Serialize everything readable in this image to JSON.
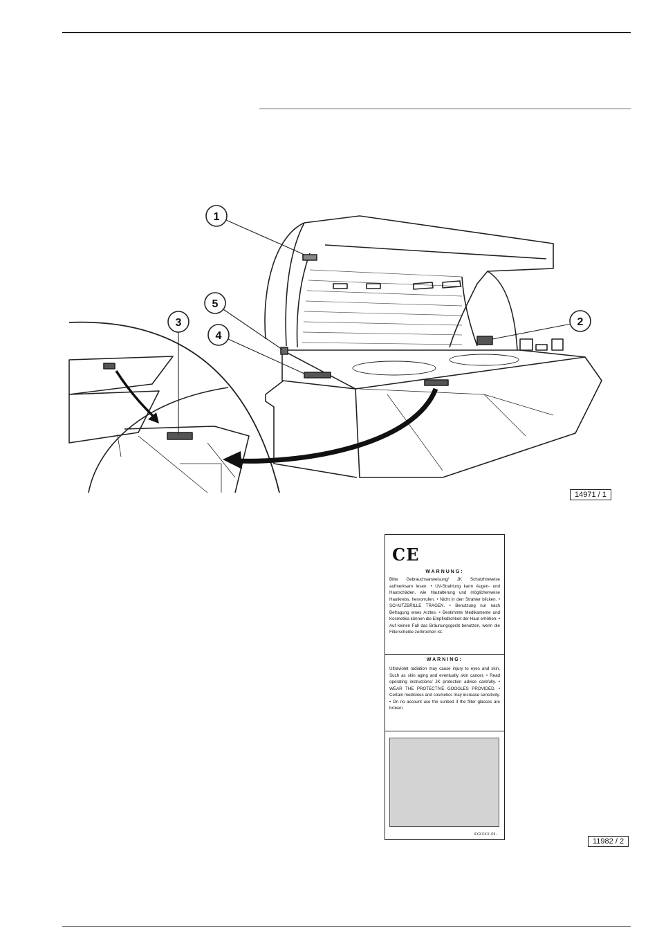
{
  "figure1": {
    "callouts": [
      "1",
      "2",
      "3",
      "4",
      "5"
    ],
    "figure_ref": "14971 / 1"
  },
  "figure2": {
    "figure_ref": "11982 / 2",
    "ce_mark": "CE",
    "warn_de_title": "WARNUNG:",
    "warn_de_text": "Bitte Gebrauchsanweisung/ JK Schutzhinweise aufmerksam lesen. • UV-Strahlung kann Augen- und Hautschäden, wie Hautalterung und möglicherweise Hautkrebs, hervorrufen. • Nicht in den Strahler blicken. • SCHUTZBRILLE TRAGEN. • Benutzung nur nach Befragung eines Arztes. • Bestimmte Medikamente und Kosmetika können die Empfindlichkeit der Haut erhöhen. • Auf keinen Fall das Bräunungsgerät benutzen, wenn die Filterscheibe zerbrochen ist.",
    "warn_en_title": "WARNING:",
    "warn_en_text": "Ultraviolet radiation may cause injury to eyes and skin, Such as skin aging and eventually skin cancer. • Read operating instructions/ JK protection advice carefully. • WEAR THE PROTECTIVE GOOGLES PROVIDED. • Certain medicines and cosmetics may increase sensitivity. • On no account use the sunbed if the filter glasses are broken.",
    "code": "XXXXXX-09-"
  }
}
